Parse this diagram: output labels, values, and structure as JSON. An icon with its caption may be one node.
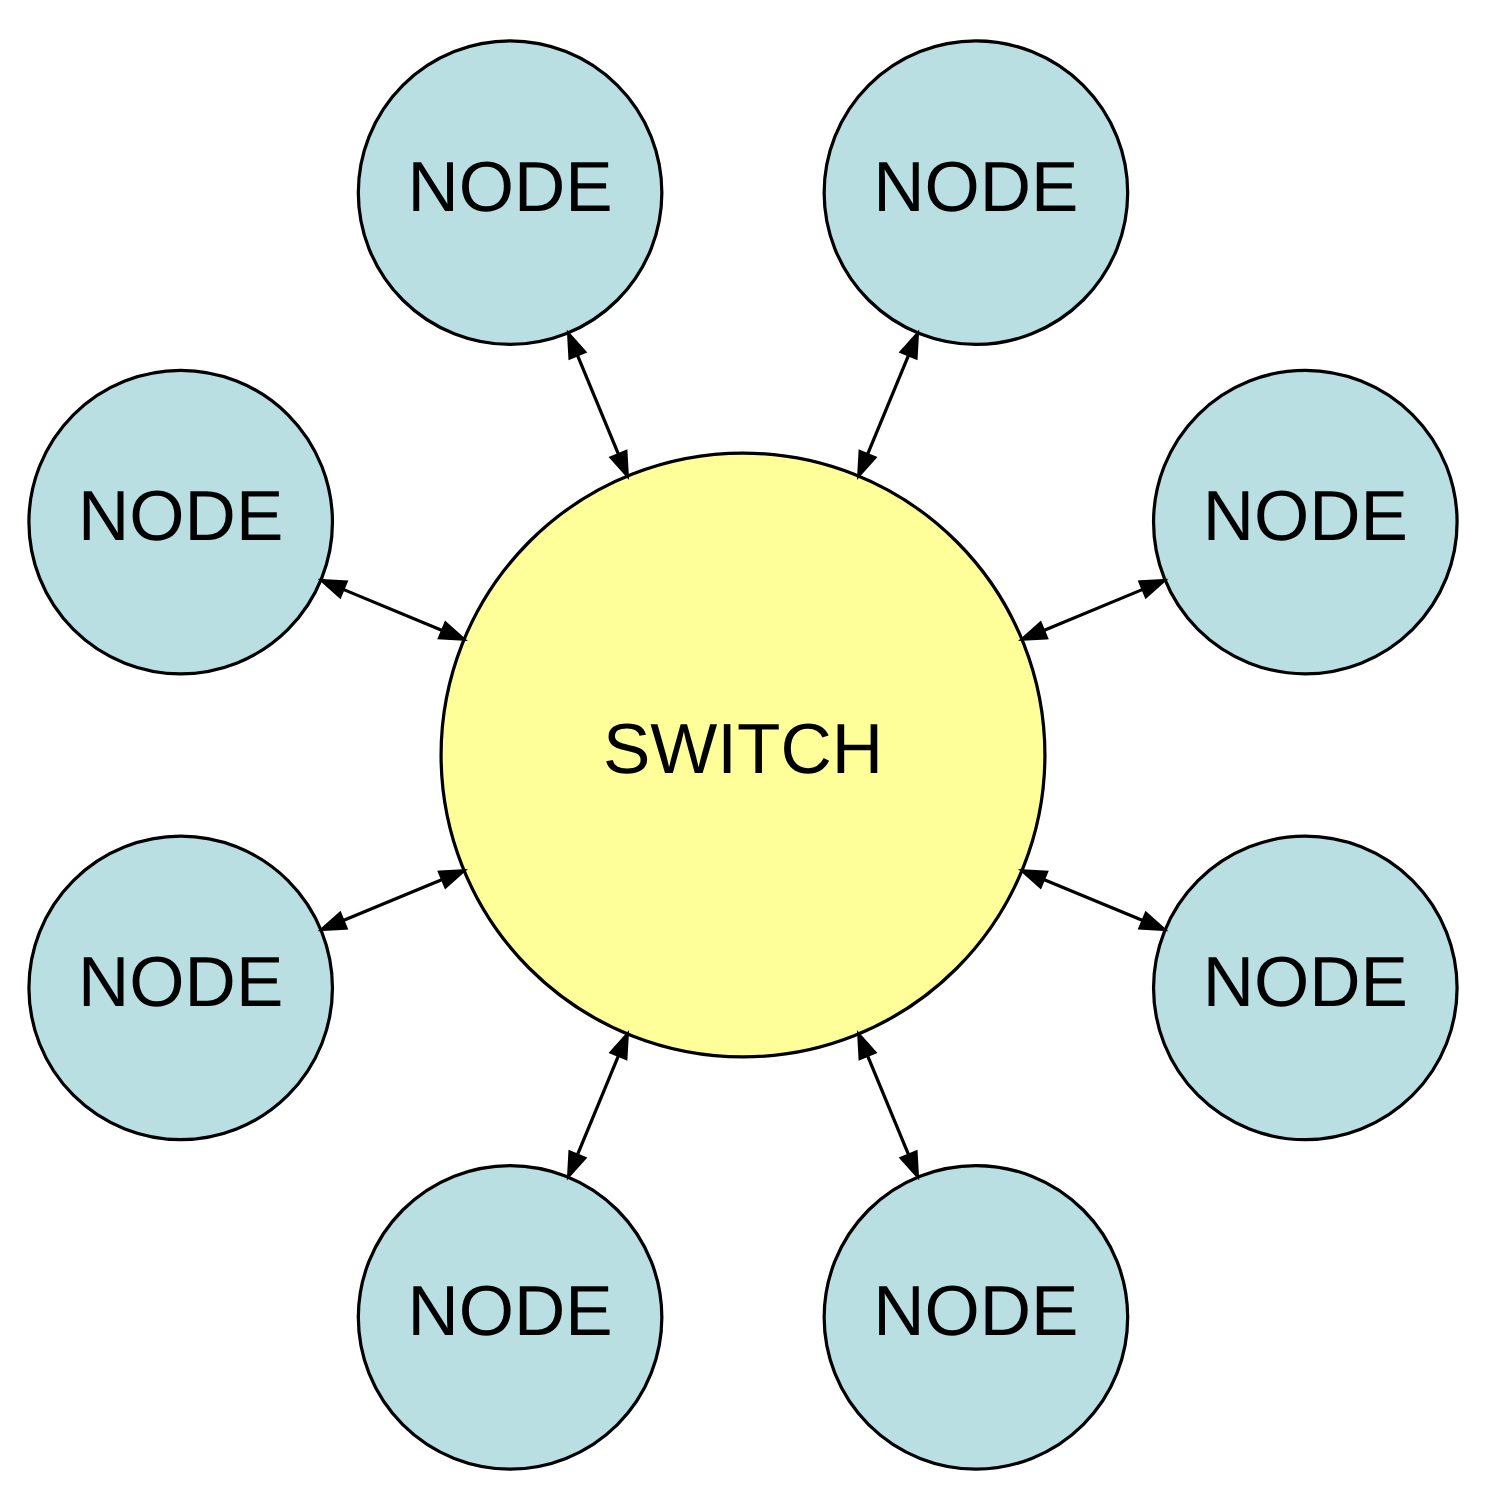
{
  "diagram": {
    "nodes": [
      {
        "text": [
          "NODE"
        ]
      },
      {
        "text": [
          "NODE"
        ]
      },
      {
        "text": [
          "NODE"
        ]
      },
      {
        "text": [
          "NODE"
        ]
      },
      {
        "text": [
          "SWITCH"
        ]
      },
      {
        "text": [
          "NODE"
        ]
      },
      {
        "text": [
          "NODE"
        ]
      },
      {
        "text": [
          "NODE"
        ]
      },
      {
        "text": [
          "NODE"
        ]
      }
    ],
    "edges": [
      {
        "from": 4,
        "to": 0,
        "arrow": "both"
      },
      {
        "from": 4,
        "to": 2,
        "arrow": "both"
      },
      {
        "from": 4,
        "to": 5,
        "arrow": "both"
      },
      {
        "from": 4,
        "to": 7,
        "arrow": "both"
      },
      {
        "from": 4,
        "to": 8,
        "arrow": "both"
      },
      {
        "from": 4,
        "to": 6,
        "arrow": "both"
      },
      {
        "from": 4,
        "to": 3,
        "arrow": "both"
      },
      {
        "from": 4,
        "to": 1,
        "arrow": "both"
      }
    ]
  }
}
